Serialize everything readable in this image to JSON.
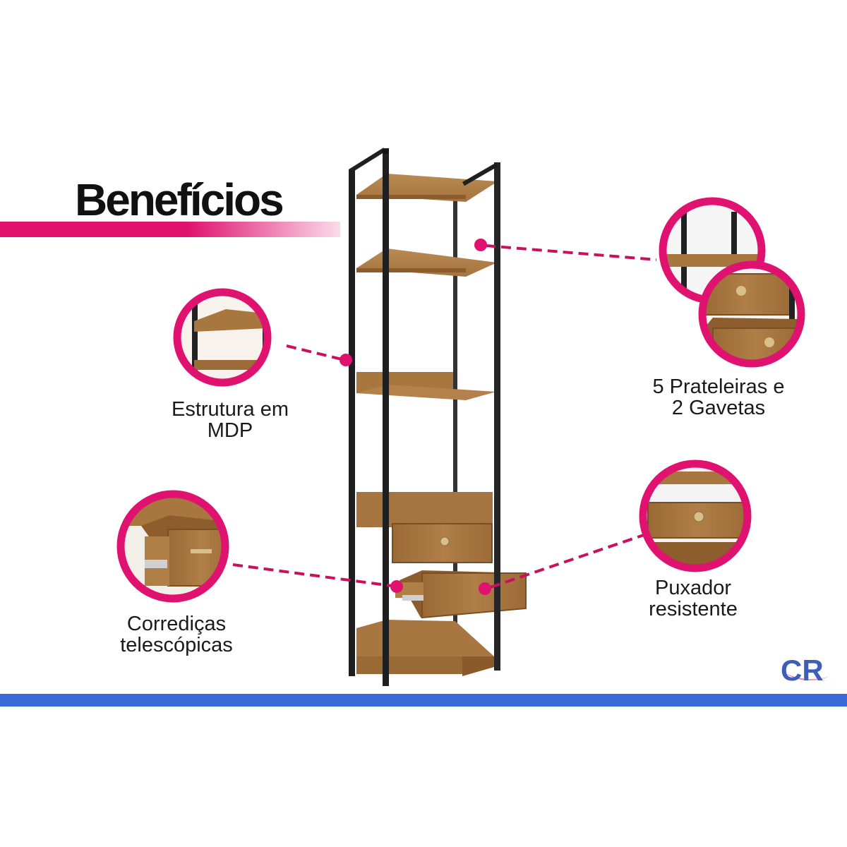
{
  "heading": {
    "title": "Benefícios"
  },
  "callouts": [
    {
      "id": "structure",
      "line1": "Estrutura em",
      "line2": "MDP"
    },
    {
      "id": "shelves",
      "line1": "5 Prateleiras e",
      "line2": "2 Gavetas"
    },
    {
      "id": "slides",
      "line1": "Corrediças",
      "line2": "telescópicas"
    },
    {
      "id": "handle",
      "line1": "Puxador",
      "line2": "resistente"
    }
  ],
  "logo": {
    "text": "CR"
  },
  "colors": {
    "accent": "#e0126f",
    "bar": "#3a6ad8",
    "wood": "#a8763f",
    "metal": "#2a2a2a"
  }
}
